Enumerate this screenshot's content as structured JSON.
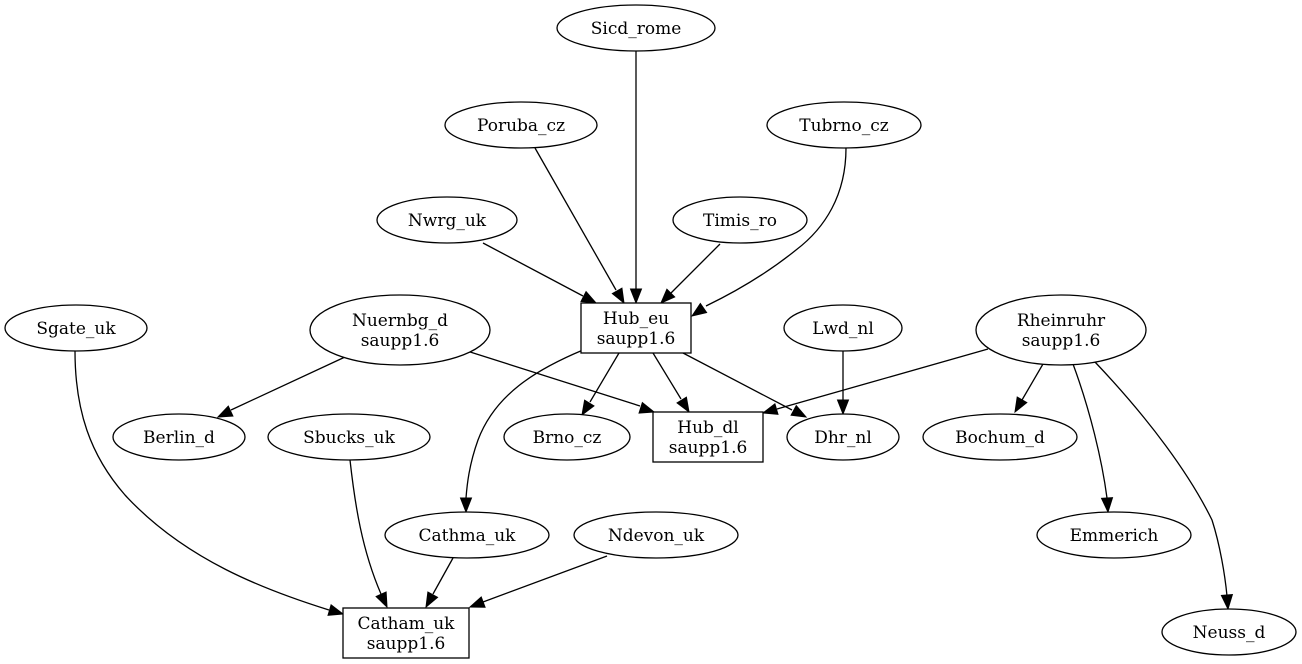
{
  "graph": {
    "nodes": [
      {
        "id": "sicd_rome",
        "shape": "ellipse",
        "lines": [
          "Sicd_rome"
        ]
      },
      {
        "id": "poruba_cz",
        "shape": "ellipse",
        "lines": [
          "Poruba_cz"
        ]
      },
      {
        "id": "tubrno_cz",
        "shape": "ellipse",
        "lines": [
          "Tubrno_cz"
        ]
      },
      {
        "id": "nwrg_uk",
        "shape": "ellipse",
        "lines": [
          "Nwrg_uk"
        ]
      },
      {
        "id": "timis_ro",
        "shape": "ellipse",
        "lines": [
          "Timis_ro"
        ]
      },
      {
        "id": "hub_eu",
        "shape": "box",
        "lines": [
          "Hub_eu",
          "saupp1.6"
        ]
      },
      {
        "id": "sgate_uk",
        "shape": "ellipse",
        "lines": [
          "Sgate_uk"
        ]
      },
      {
        "id": "nuernbg_d",
        "shape": "ellipse",
        "lines": [
          "Nuernbg_d",
          "saupp1.6"
        ]
      },
      {
        "id": "lwd_nl",
        "shape": "ellipse",
        "lines": [
          "Lwd_nl"
        ]
      },
      {
        "id": "rheinruhr",
        "shape": "ellipse",
        "lines": [
          "Rheinruhr",
          "saupp1.6"
        ]
      },
      {
        "id": "berlin_d",
        "shape": "ellipse",
        "lines": [
          "Berlin_d"
        ]
      },
      {
        "id": "sbucks_uk",
        "shape": "ellipse",
        "lines": [
          "Sbucks_uk"
        ]
      },
      {
        "id": "brno_cz",
        "shape": "ellipse",
        "lines": [
          "Brno_cz"
        ]
      },
      {
        "id": "hub_dl",
        "shape": "box",
        "lines": [
          "Hub_dl",
          "saupp1.6"
        ]
      },
      {
        "id": "dhr_nl",
        "shape": "ellipse",
        "lines": [
          "Dhr_nl"
        ]
      },
      {
        "id": "bochum_d",
        "shape": "ellipse",
        "lines": [
          "Bochum_d"
        ]
      },
      {
        "id": "cathma_uk",
        "shape": "ellipse",
        "lines": [
          "Cathma_uk"
        ]
      },
      {
        "id": "ndevon_uk",
        "shape": "ellipse",
        "lines": [
          "Ndevon_uk"
        ]
      },
      {
        "id": "emmerich",
        "shape": "ellipse",
        "lines": [
          "Emmerich"
        ]
      },
      {
        "id": "catham_uk",
        "shape": "box",
        "lines": [
          "Catham_uk",
          "saupp1.6"
        ]
      },
      {
        "id": "neuss_d",
        "shape": "ellipse",
        "lines": [
          "Neuss_d"
        ]
      }
    ],
    "edges": [
      {
        "from": "sicd_rome",
        "to": "hub_eu"
      },
      {
        "from": "poruba_cz",
        "to": "hub_eu"
      },
      {
        "from": "tubrno_cz",
        "to": "hub_eu"
      },
      {
        "from": "nwrg_uk",
        "to": "hub_eu"
      },
      {
        "from": "timis_ro",
        "to": "hub_eu"
      },
      {
        "from": "hub_eu",
        "to": "brno_cz"
      },
      {
        "from": "hub_eu",
        "to": "hub_dl"
      },
      {
        "from": "hub_eu",
        "to": "dhr_nl"
      },
      {
        "from": "hub_eu",
        "to": "cathma_uk"
      },
      {
        "from": "nuernbg_d",
        "to": "berlin_d"
      },
      {
        "from": "nuernbg_d",
        "to": "hub_dl"
      },
      {
        "from": "lwd_nl",
        "to": "dhr_nl"
      },
      {
        "from": "rheinruhr",
        "to": "hub_dl"
      },
      {
        "from": "rheinruhr",
        "to": "bochum_d"
      },
      {
        "from": "rheinruhr",
        "to": "emmerich"
      },
      {
        "from": "rheinruhr",
        "to": "neuss_d"
      },
      {
        "from": "sgate_uk",
        "to": "catham_uk"
      },
      {
        "from": "sbucks_uk",
        "to": "catham_uk"
      },
      {
        "from": "cathma_uk",
        "to": "catham_uk"
      },
      {
        "from": "ndevon_uk",
        "to": "catham_uk"
      }
    ]
  }
}
